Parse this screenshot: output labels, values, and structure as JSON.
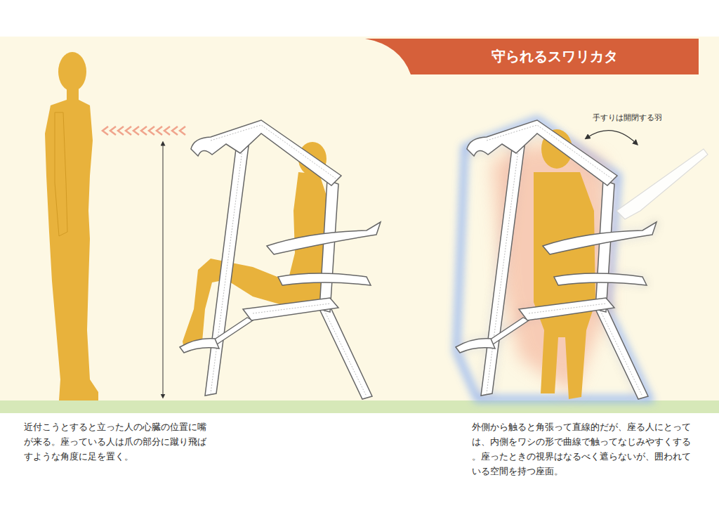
{
  "diagram": {
    "title": "守られるスワリカタ",
    "labels": [
      "手すりは開閉する羽",
      "近付こうとすると立った人の心臓の位置に嘴が来る。座っている人は爪の部分に蹴り飛ばすような角度に足を置く。",
      "外側から触ると角張って直線的だが、座る人にとっては、内側をワシの形で曲線で触ってなじみやすくする。座ったときの視界はなるべく遮らないが、囲われている空間を持つ座面。"
    ]
  }
}
